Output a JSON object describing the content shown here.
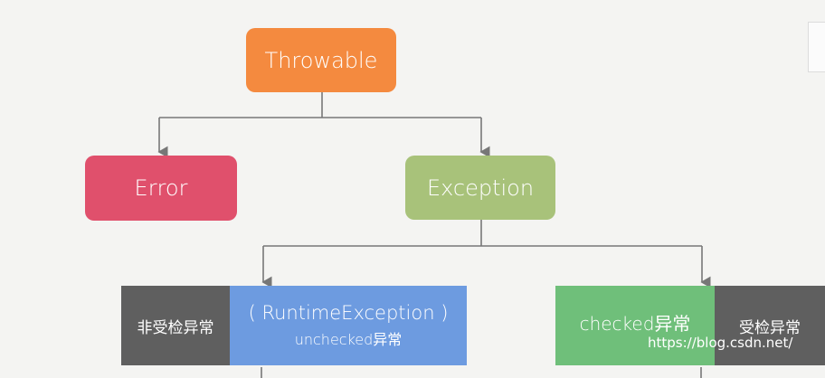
{
  "nodes": {
    "root": "Throwable",
    "error": "Error",
    "exception": "Exception",
    "unchecked_tag": "非受检异常",
    "runtime_line1": "( RuntimeException )",
    "runtime_line2": "unchecked异常",
    "checked_label": "checked异常",
    "checked_tag": "受检异常"
  },
  "watermark": "https://blog.csdn.net/",
  "colors": {
    "throwable": "#f48a3f",
    "error": "#e0506c",
    "exception": "#a8c27a",
    "runtime": "#6d9be0",
    "checked": "#6fbf7a",
    "tag_gray": "#5f5f5f",
    "connector": "#777777"
  }
}
